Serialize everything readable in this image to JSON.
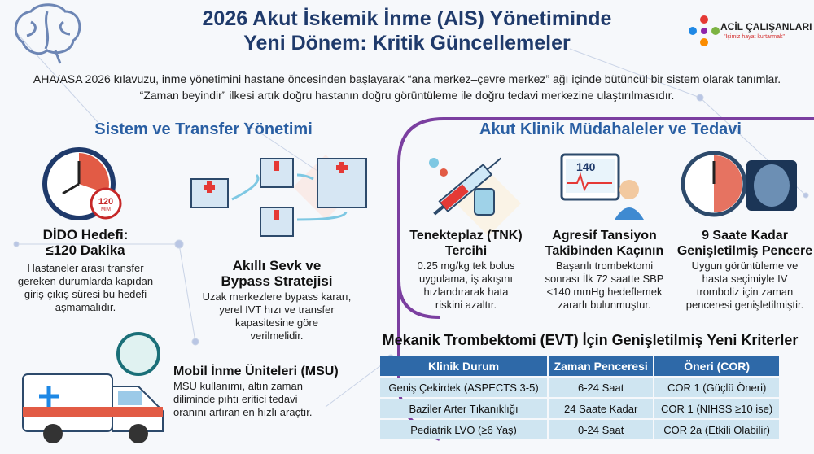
{
  "header": {
    "title_line1": "2026 Akut İskemik İnme (AIS) Yönetiminde",
    "title_line2": "Yeni Dönem: Kritik Güncellemeler",
    "logo_text": "ACİL ÇALIŞANLARI",
    "logo_slogan": "\"İşimiz hayat kurtarmak\""
  },
  "intro": {
    "line1": "AHA/ASA 2026 kılavuzu, inme yönetimini hastane öncesinden başlayarak “ana merkez–çevre merkez” ağı içinde bütüncül bir sistem olarak tanımlar.",
    "line2": "“Zaman beyindir” ilkesi artık doğru hastanın doğru görüntüleme ile doğru tedavi merkezine ulaştırılmasıdır."
  },
  "left": {
    "section_title": "Sistem ve Transfer Yönetimi",
    "dido": {
      "clock_badge": "120",
      "clock_unit": "MIM",
      "title1": "DİDO Hedefi:",
      "title2": "≤120 Dakika",
      "desc": [
        "Hastaneler arası transfer",
        "gereken durumlarda kapıdan",
        "giriş-çıkış süresi bu hedefi",
        "aşmamalıdır."
      ]
    },
    "bypass": {
      "title1": "Akıllı Sevk ve",
      "title2": "Bypass Stratejisi",
      "desc": [
        "Uzak merkezlere bypass kararı,",
        "yerel IVT hızı ve transfer",
        "kapasitesine göre",
        "verilmelidir."
      ]
    },
    "msu": {
      "title": "Mobil İnme Üniteleri (MSU)",
      "desc": [
        "MSU kullanımı, altın zaman",
        "diliminde pıhtı eritici tedavi",
        "oranını artıran en hızlı araçtır."
      ]
    }
  },
  "right": {
    "section_title": "Akut Klinik Müdahaleler ve Tedavi",
    "cards": [
      {
        "title1": "Tenekteplaz (TNK)",
        "title2": "Tercihi",
        "desc": [
          "0.25 mg/kg tek bolus",
          "uygulama, iş akışını",
          "hızlandırarak hata",
          "riskini azaltır."
        ]
      },
      {
        "monitor": "140",
        "title1": "Agresif Tansiyon",
        "title2": "Takibinden Kaçının",
        "desc": [
          "Başarılı trombektomi",
          "sonrası İlk 72 saatte SBP",
          "<140 mmHg hedeflemek",
          "zararlı bulunmuştur."
        ]
      },
      {
        "clock": "9",
        "title1": "9 Saate Kadar",
        "title2": "Genişletilmiş Pencere",
        "desc": [
          "Uygun görüntüleme ve",
          "hasta seçimiyle IV",
          "tromboliz için zaman",
          "penceresi genişletilmiştir."
        ]
      }
    ]
  },
  "evt": {
    "title": "Mekanik Trombektomi (EVT) İçin Genişletilmiş Yeni Kriterler",
    "headers": [
      "Klinik Durum",
      "Zaman Penceresi",
      "Öneri (COR)"
    ],
    "rows": [
      [
        "Geniş Çekirdek (ASPECTS 3-5)",
        "6-24 Saat",
        "COR 1 (Güçlü Öneri)"
      ],
      [
        "Baziler Arter Tıkanıklığı",
        "24 Saate Kadar",
        "COR 1 (NIHSS ≥10 ise)"
      ],
      [
        "Pediatrik LVO (≥6 Yaş)",
        "0-24 Saat",
        "COR 2a (Etkili Olabilir)"
      ]
    ]
  },
  "colors": {
    "navy": "#1f3a6b",
    "blue": "#2a5fa3",
    "purple": "#7b3fa0",
    "table_header": "#2e69a8",
    "table_cell": "#cfe5f1"
  }
}
